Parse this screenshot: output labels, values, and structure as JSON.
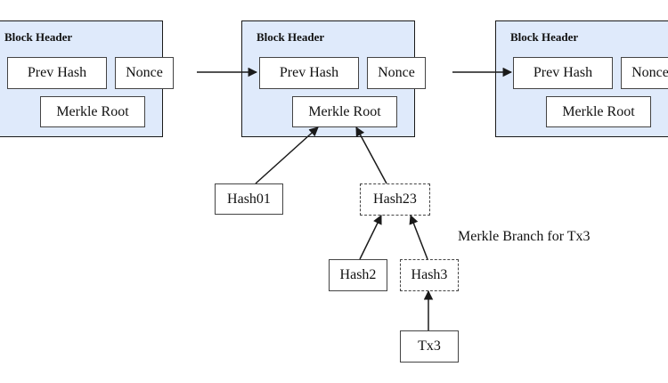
{
  "blocks": [
    {
      "title": "Block Header",
      "prev_hash": "Prev Hash",
      "nonce": "Nonce",
      "merkle_root": "Merkle Root"
    },
    {
      "title": "Block Header",
      "prev_hash": "Prev Hash",
      "nonce": "Nonce",
      "merkle_root": "Merkle Root"
    },
    {
      "title": "Block Header",
      "prev_hash": "Prev Hash",
      "nonce": "Nonce",
      "merkle_root": "Merkle Root"
    }
  ],
  "tree": {
    "hash01": "Hash01",
    "hash23": "Hash23",
    "hash2": "Hash2",
    "hash3": "Hash3",
    "tx3": "Tx3"
  },
  "branch_caption": "Merkle Branch for Tx3",
  "colors": {
    "block_fill": "#dfeafb",
    "stroke": "#1a1a1a"
  }
}
